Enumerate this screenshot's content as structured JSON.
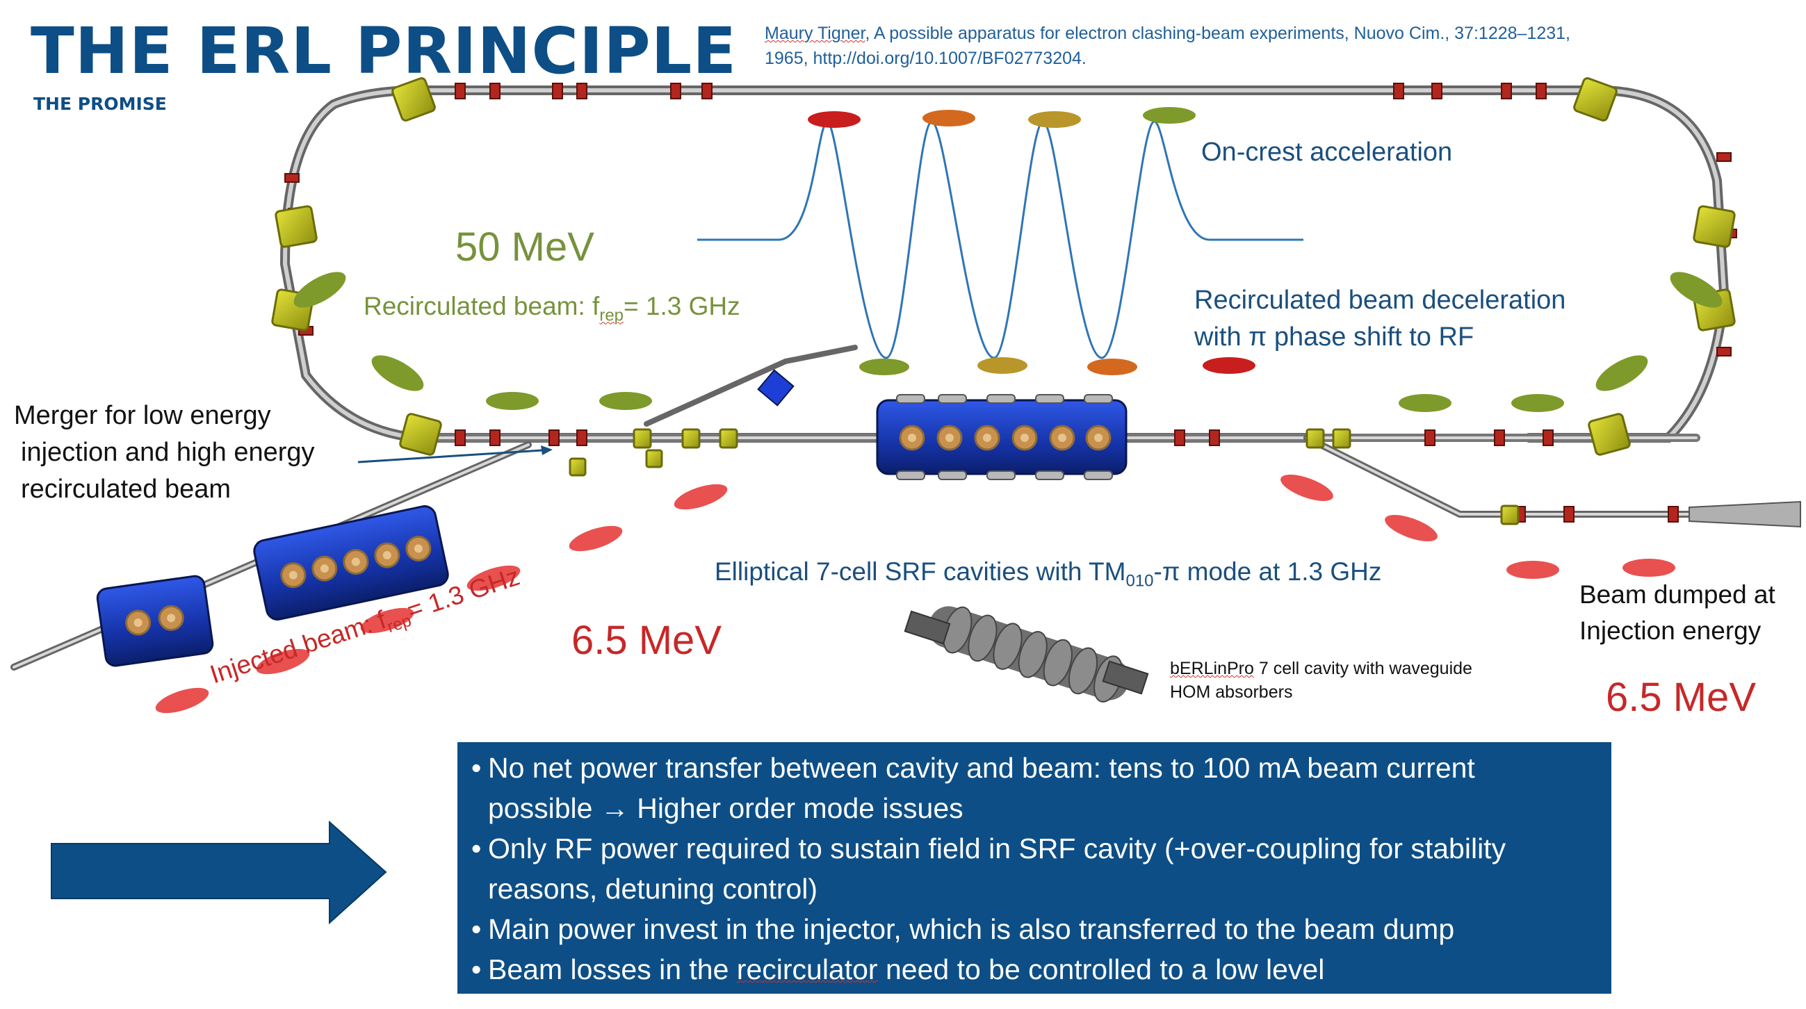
{
  "title": "THE ERL PRINCIPLE",
  "subtitle": "THE PROMISE",
  "reference": {
    "author": "Maury Tigner",
    "rest": ", A possible apparatus for electron clashing-beam experiments, Nuovo Cim., 37:1228–1231, 1965, http://doi.org/10.1007/BF02773204."
  },
  "labels": {
    "energy_high": "50 MeV",
    "recirc_beam_prefix": "Recirculated beam: f",
    "recirc_beam_sub": "rep",
    "recirc_beam_suffix": "= 1.3 GHz",
    "oncrest": "On-crest acceleration",
    "decel_line1": "Recirculated beam deceleration",
    "decel_line2": "with π phase shift to RF",
    "merger_line1": "Merger for low energy",
    "merger_line2": "injection and high energy",
    "merger_line3": "recirculated  beam",
    "cavities_prefix": "Elliptical 7-cell SRF cavities with TM",
    "cavities_sub": "010",
    "cavities_suffix": "-π mode at 1.3 GHz",
    "injected_prefix": "Injected beam: f",
    "injected_sub": "rep",
    "injected_suffix": "= 1.3 GHz",
    "energy_low_center": "6.5 MeV",
    "cavity_caption_word": "bERLinPro",
    "cavity_caption_rest1": " 7 cell cavity with waveguide",
    "cavity_caption_rest2": "HOM absorbers",
    "dump_line1": "Beam dumped at",
    "dump_line2": "Injection energy",
    "energy_low_right": "6.5 MeV"
  },
  "bullets": {
    "b1_line1": "No net power transfer between cavity and beam: tens to 100 mA beam current",
    "b1_line2": "possible → Higher order mode issues",
    "b2_line1": "Only RF power required to sustain field in SRF cavity (+over-coupling for stability",
    "b2_line2": "reasons, detuning control)",
    "b3": "Main power invest in the injector, which is also transferred to the beam dump",
    "b4_prefix": "Beam losses in the ",
    "b4_word": "recirculator",
    "b4_suffix": " need to be controlled to a low level"
  },
  "colors": {
    "title_blue": "#0d4e86",
    "text_blue": "#1a4f7e",
    "green": "#76923c",
    "red": "#c62828",
    "bunch_red": "#e8514f",
    "bunch_green": "#7e9a2a",
    "cavity_blue": "#1c3fbf",
    "magnet_yellow": "#c8c81e",
    "rf_wave": "#2e75b6"
  }
}
